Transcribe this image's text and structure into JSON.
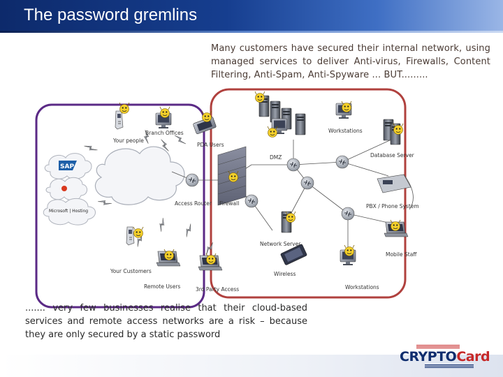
{
  "slide": {
    "title": "The password gremlins",
    "intro": "Many customers have secured their internal network, using managed services to deliver  Anti-virus, Firewalls, Content Filtering, Anti-Spam, Anti-Spyware ... BUT.........",
    "outro": "....... very few businesses realise that their cloud-based services and remote access networks are a risk – because they are only secured by a static password"
  },
  "diagram": {
    "labels": {
      "branch_offices": "Branch Offices",
      "your_people": "Your people",
      "pda_users": "PDA Users",
      "workstations_top": "Workstations",
      "dmz": "DMZ",
      "database_server": "Database Server",
      "access_router": "Access Router",
      "firewall": "Firewall",
      "pbx": "PBX / Phone System",
      "network_server": "Network Server",
      "mobile_staff": "Mobile Staff",
      "your_customers": "Your Customers",
      "wireless": "Wireless",
      "remote_users": "Remote Users",
      "third_party": "3rd Party Access",
      "workstations_bottom": "Workstations"
    },
    "cloud_logos": {
      "sap": "SAP",
      "ms_hosting": "Microsoft | Hosting"
    }
  },
  "logo": {
    "part1": "CRYPTO",
    "part2": "Card"
  },
  "colors": {
    "header": "#163e8f",
    "left_region": "#5b2a86",
    "right_region": "#b0413e",
    "text": "#4a3b34"
  }
}
